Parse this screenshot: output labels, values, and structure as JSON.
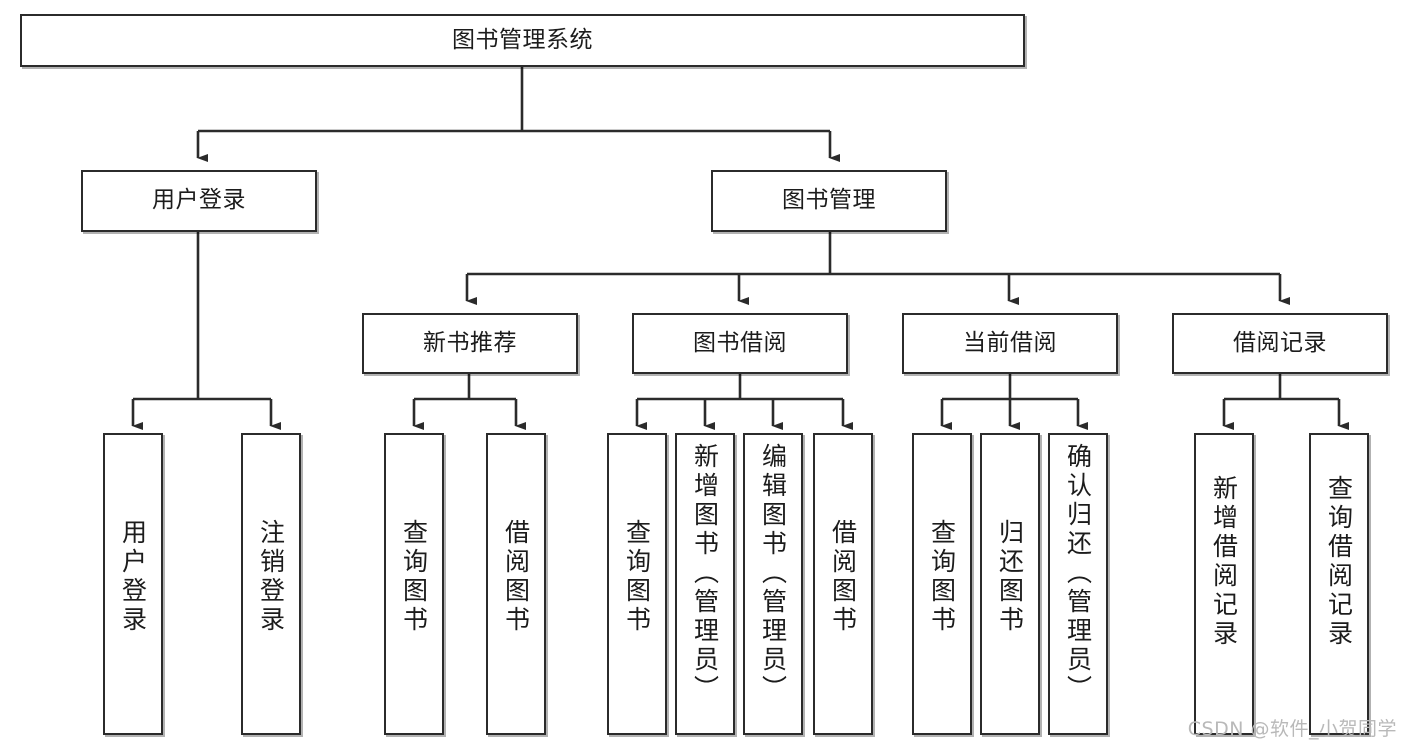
{
  "diagram": {
    "type": "tree-hierarchy-chart",
    "title": "图书管理系统",
    "background_color": "#ffffff",
    "line_color": "#2b2b2b",
    "text_color": "#1c1c1c",
    "watermark": "CSDN @软件_小贺同学",
    "levels": [
      {
        "level": 1,
        "nodes": [
          {
            "id": "root",
            "label": "图书管理系统",
            "orientation": "horizontal"
          }
        ]
      },
      {
        "level": 2,
        "nodes": [
          {
            "id": "login",
            "label": "用户登录",
            "orientation": "horizontal",
            "parent": "root"
          },
          {
            "id": "bookmgmt",
            "label": "图书管理",
            "orientation": "horizontal",
            "parent": "root"
          }
        ]
      },
      {
        "level": 3,
        "nodes": [
          {
            "id": "newbook",
            "label": "新书推荐",
            "orientation": "horizontal",
            "parent": "bookmgmt"
          },
          {
            "id": "borrow",
            "label": "图书借阅",
            "orientation": "horizontal",
            "parent": "bookmgmt"
          },
          {
            "id": "current",
            "label": "当前借阅",
            "orientation": "horizontal",
            "parent": "bookmgmt"
          },
          {
            "id": "records",
            "label": "借阅记录",
            "orientation": "horizontal",
            "parent": "bookmgmt"
          }
        ]
      },
      {
        "level": 4,
        "nodes": [
          {
            "id": "leaf1",
            "label": "用户登录",
            "orientation": "vertical",
            "parent": "login"
          },
          {
            "id": "leaf2",
            "label": "注销登录",
            "orientation": "vertical",
            "parent": "login"
          },
          {
            "id": "leaf3",
            "label": "查询图书",
            "orientation": "vertical",
            "parent": "newbook"
          },
          {
            "id": "leaf4",
            "label": "借阅图书",
            "orientation": "vertical",
            "parent": "newbook"
          },
          {
            "id": "leaf5",
            "label": "查询图书",
            "orientation": "vertical",
            "parent": "borrow"
          },
          {
            "id": "leaf6",
            "label": "新增图书（管理员）",
            "orientation": "vertical",
            "parent": "borrow"
          },
          {
            "id": "leaf7",
            "label": "编辑图书（管理员）",
            "orientation": "vertical",
            "parent": "borrow"
          },
          {
            "id": "leaf8",
            "label": "借阅图书",
            "orientation": "vertical",
            "parent": "borrow"
          },
          {
            "id": "leaf9",
            "label": "查询图书",
            "orientation": "vertical",
            "parent": "current"
          },
          {
            "id": "leaf10",
            "label": "归还图书",
            "orientation": "vertical",
            "parent": "current"
          },
          {
            "id": "leaf11",
            "label": "确认归还（管理员）",
            "orientation": "vertical",
            "parent": "current"
          },
          {
            "id": "leaf12",
            "label": "新增借阅记录",
            "orientation": "vertical",
            "parent": "records"
          },
          {
            "id": "leaf13",
            "label": "查询借阅记录",
            "orientation": "vertical",
            "parent": "records"
          }
        ]
      }
    ]
  }
}
